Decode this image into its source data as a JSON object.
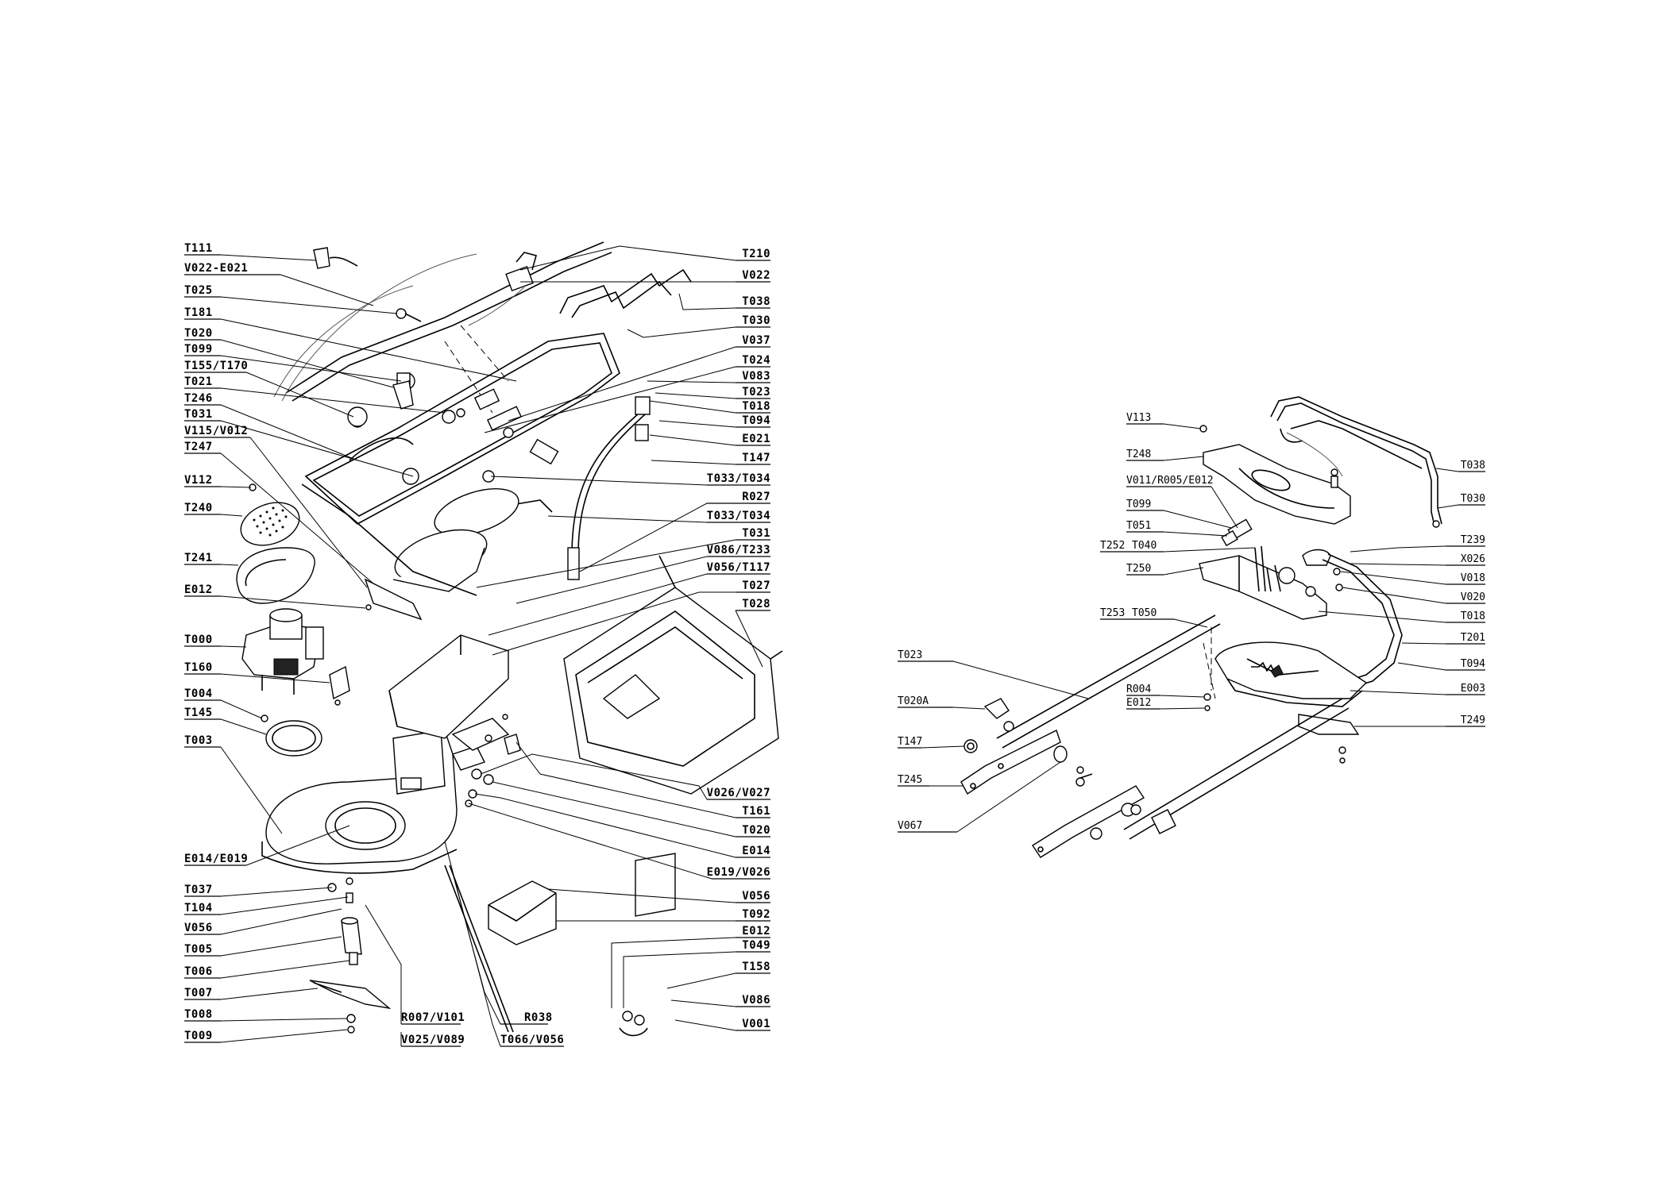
{
  "left_diagram": {
    "labels_left": [
      "T111",
      "V022-E021",
      "T025",
      "T181",
      "T020",
      "T099",
      "T155/T170",
      "T021",
      "T246",
      "T031",
      "V115/V012",
      "T247",
      "V112",
      "T240",
      "T241",
      "E012",
      "T000",
      "T160",
      "T004",
      "T145",
      "T003",
      "E014/E019",
      "T037",
      "T104",
      "V056",
      "T005",
      "T006",
      "T007",
      "T008",
      "T009"
    ],
    "labels_right": [
      "T210",
      "V022",
      "T038",
      "T030",
      "V037",
      "T024",
      "V083",
      "T023",
      "T018",
      "T094",
      "E021",
      "T147",
      "T033/T034",
      "R027",
      "T033/T034",
      "T031",
      "V086/T233",
      "V056/T117",
      "T027",
      "T028",
      "V026/V027",
      "T161",
      "T020",
      "E014",
      "E019/V026",
      "V056",
      "T092",
      "E012",
      "T049",
      "T158",
      "V086",
      "V001"
    ],
    "labels_bottom": [
      "R007/V101",
      "V025/V089",
      "R038",
      "T066/V056"
    ]
  },
  "right_diagram": {
    "labels_left": [
      "V113",
      "T248",
      "V011/R005/E012",
      "T099",
      "T051",
      "T252",
      "T040",
      "T250",
      "T253",
      "T050",
      "T023",
      "T020A",
      "T147",
      "T245",
      "V067",
      "R004",
      "E012"
    ],
    "labels_right": [
      "T038",
      "T030",
      "T239",
      "X026",
      "V018",
      "V020",
      "T018",
      "T201",
      "T094",
      "E003",
      "T249"
    ]
  }
}
